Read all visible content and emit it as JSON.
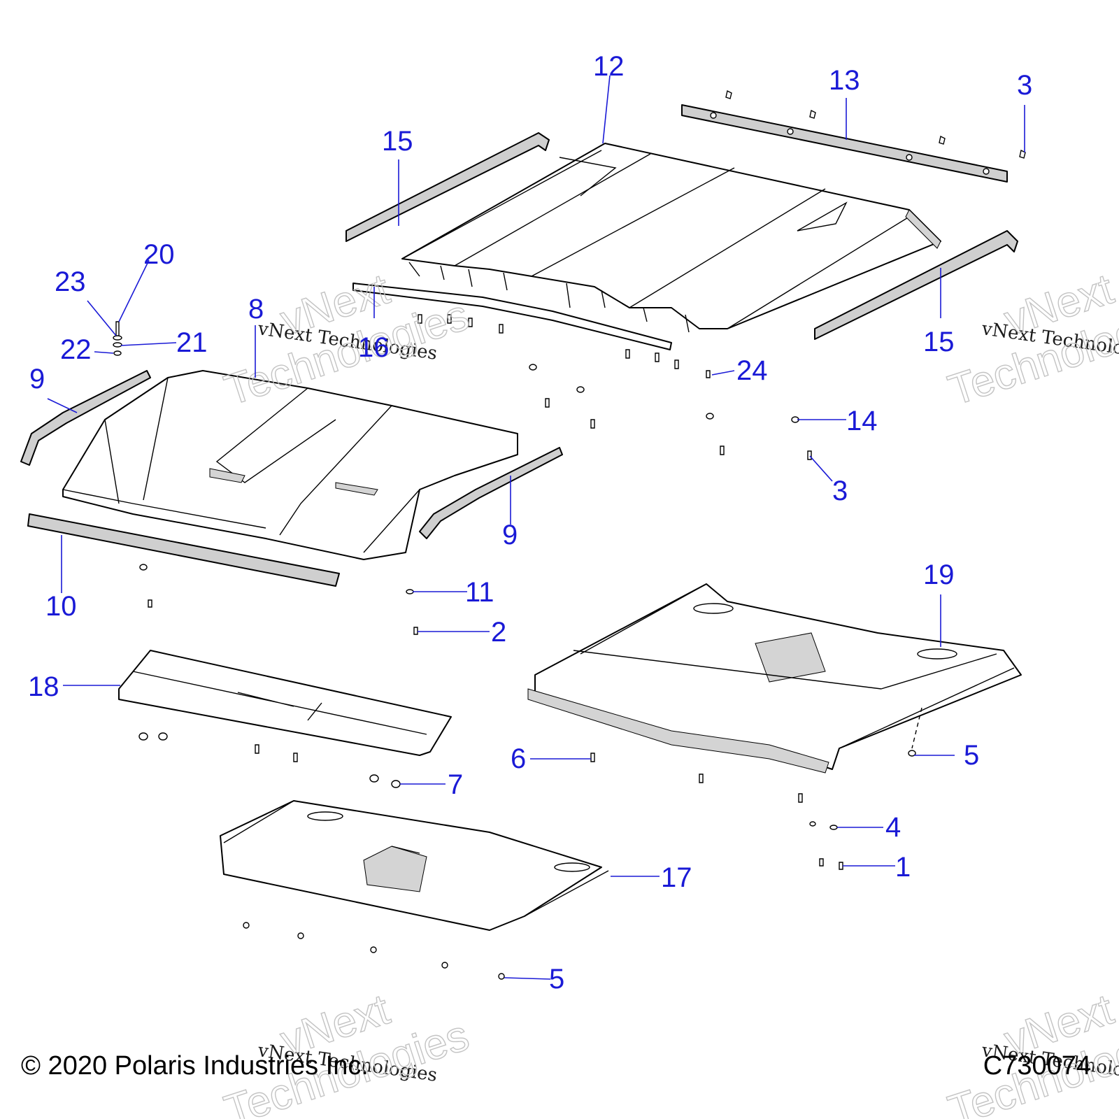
{
  "callouts": {
    "c1": "1",
    "c2": "2",
    "c3a": "3",
    "c3b": "3",
    "c4": "4",
    "c5a": "5",
    "c5b": "5",
    "c6": "6",
    "c7": "7",
    "c8": "8",
    "c9a": "9",
    "c9b": "9",
    "c10": "10",
    "c11": "11",
    "c12": "12",
    "c13": "13",
    "c14": "14",
    "c15a": "15",
    "c15b": "15",
    "c16": "16",
    "c17": "17",
    "c18": "18",
    "c19": "19",
    "c20": "20",
    "c21": "21",
    "c22": "22",
    "c23": "23",
    "c24": "24"
  },
  "watermark": {
    "small": "vNext Technologies",
    "big1": "vNext",
    "big2": "Technologies"
  },
  "footer": {
    "copyright": "© 2020 Polaris Industries Inc.",
    "code": "C730074"
  },
  "colors": {
    "callout": "#1a1ad6",
    "line": "#000000"
  }
}
